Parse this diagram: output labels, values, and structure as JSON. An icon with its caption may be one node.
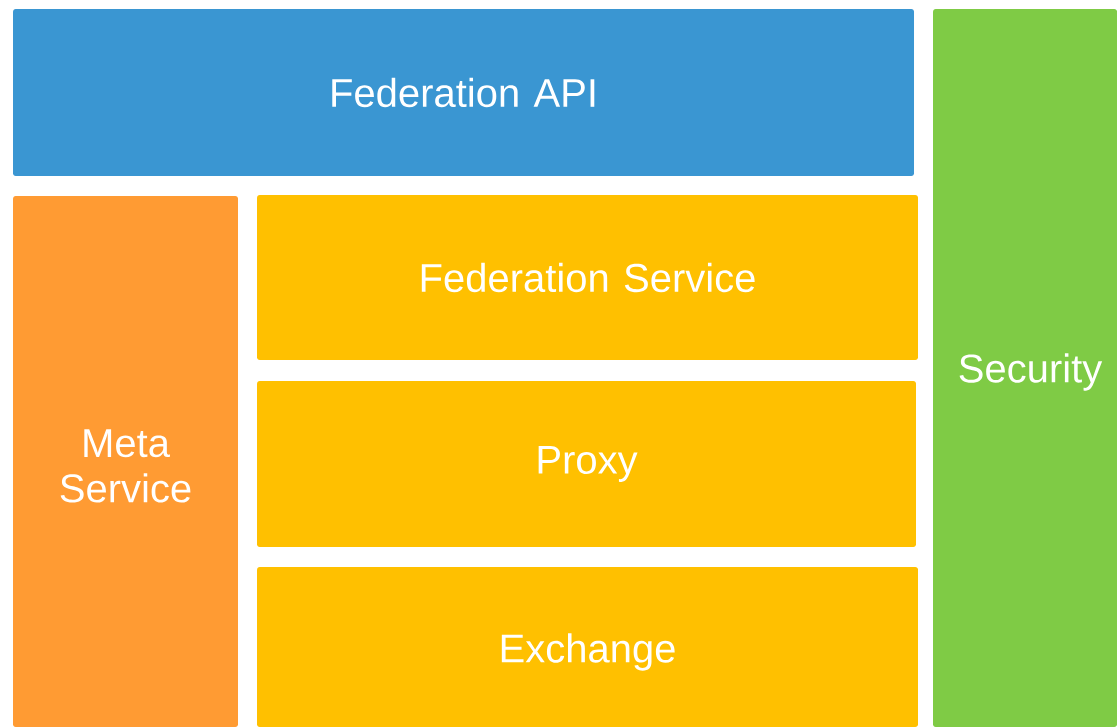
{
  "diagram": {
    "nodes": [
      {
        "text": [
          "Federation API"
        ]
      },
      {
        "text": [
          "Security"
        ]
      },
      {
        "text": [
          "Meta Service"
        ]
      },
      {
        "text": [
          "Federation Service"
        ]
      },
      {
        "text": [
          "Proxy"
        ]
      },
      {
        "text": [
          "Exchange"
        ]
      }
    ]
  }
}
